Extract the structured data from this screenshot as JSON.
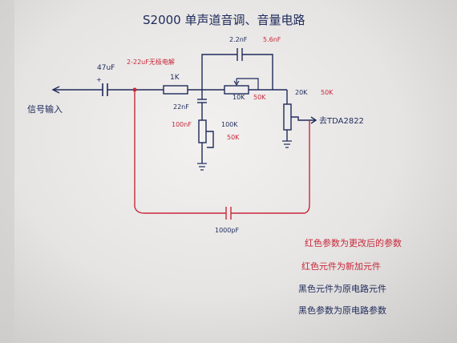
{
  "title": "S2000 单声道音调、音量电路",
  "labels": {
    "input": "信号输入",
    "plus": "+",
    "cap_47uf": "47uF",
    "cap_red_note": "2-22uF无极电解",
    "res_1k": "1K",
    "cap_2p2nf": "2.2nF",
    "cap_5p6nf": "5.6nF",
    "pot_10k": "10K",
    "pot_50k": "50K",
    "cap_22nf": "22nF",
    "cap_100nf": "100nF",
    "pot_100k": "100K",
    "pot_50k_bass": "50K",
    "pot_20k": "20K",
    "pot_50k_vol": "50K",
    "output": "去TDA2822",
    "cap_1000pf": "1000pF"
  },
  "notes": [
    "红色参数为更改后的参数",
    "红色元件为新加元件",
    "黑色元件为原电路元件",
    "黑色参数为原电路参数"
  ],
  "colors": {
    "ink": "#1e2a5a",
    "red_ink": "#c8283a",
    "paper": "#ecebea"
  }
}
